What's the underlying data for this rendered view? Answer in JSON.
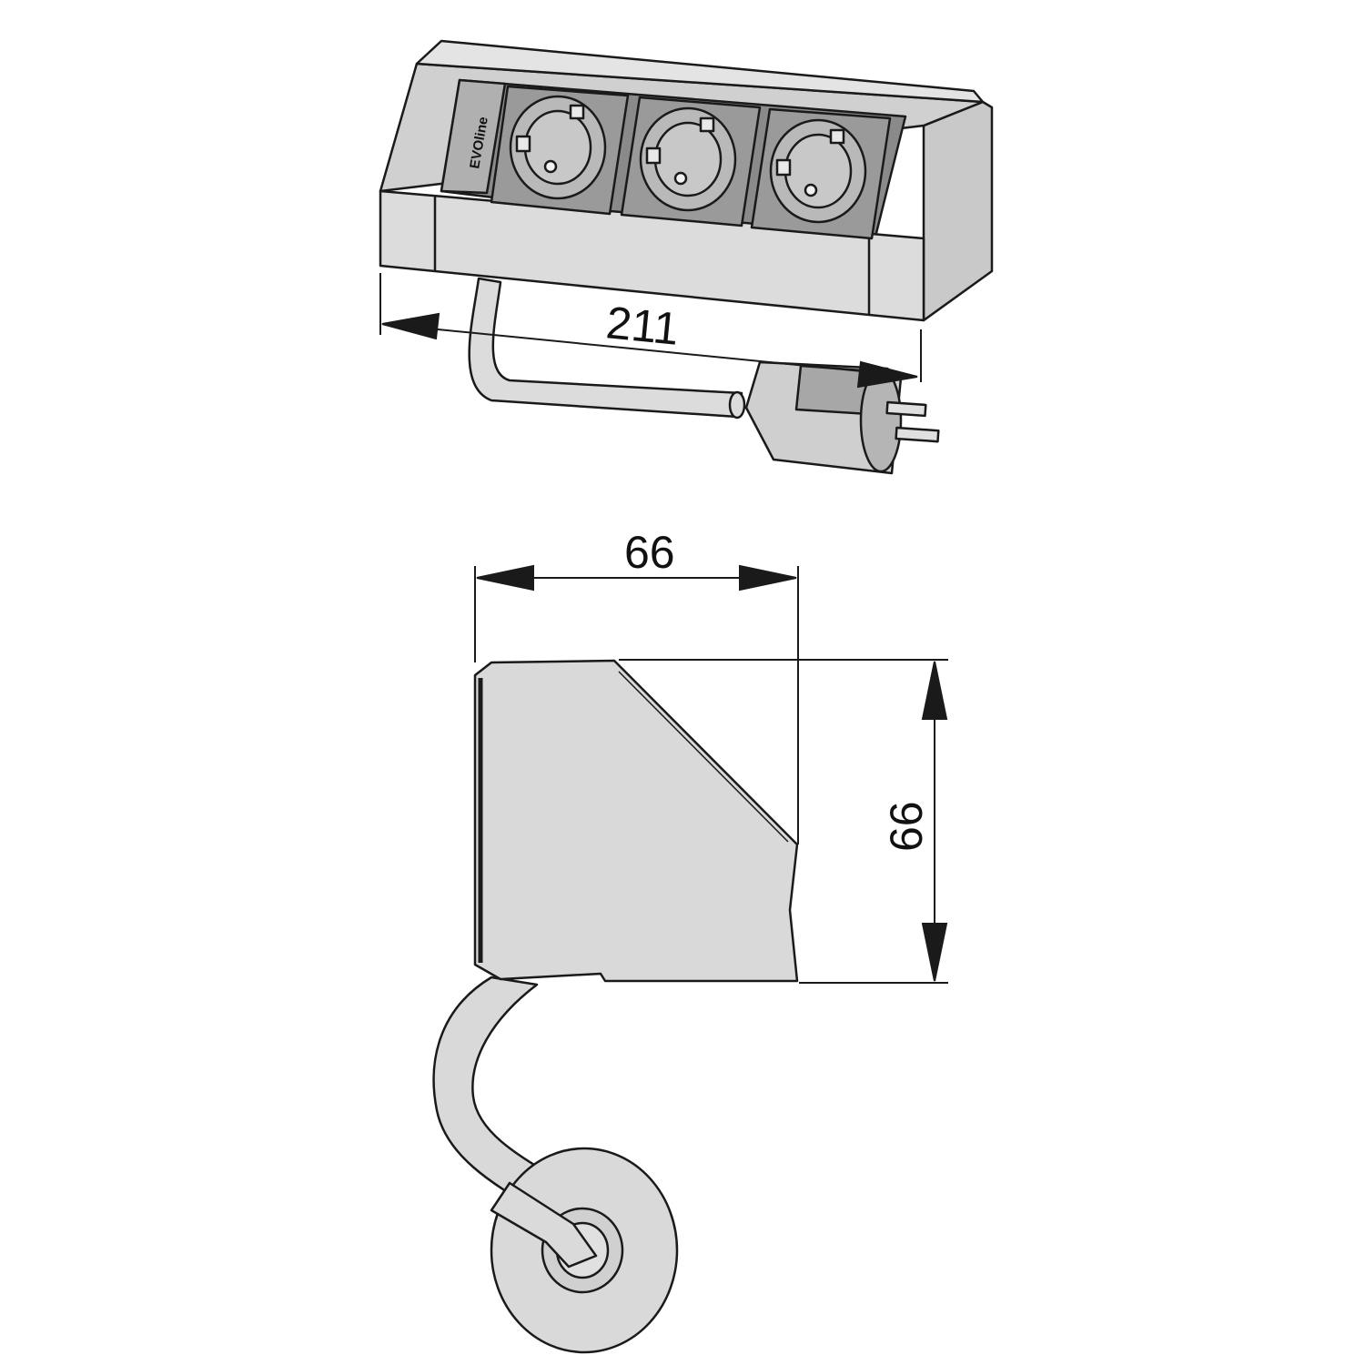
{
  "product": {
    "brand": "EVOline"
  },
  "dimensions": {
    "length": "211",
    "depth": "66",
    "height": "66"
  },
  "colors": {
    "body": "#d9d9d9",
    "socket_panel": "#8a8a8a",
    "socket_face": "#b9b9b9",
    "outline": "#1a1a1a",
    "background": "#ffffff"
  }
}
